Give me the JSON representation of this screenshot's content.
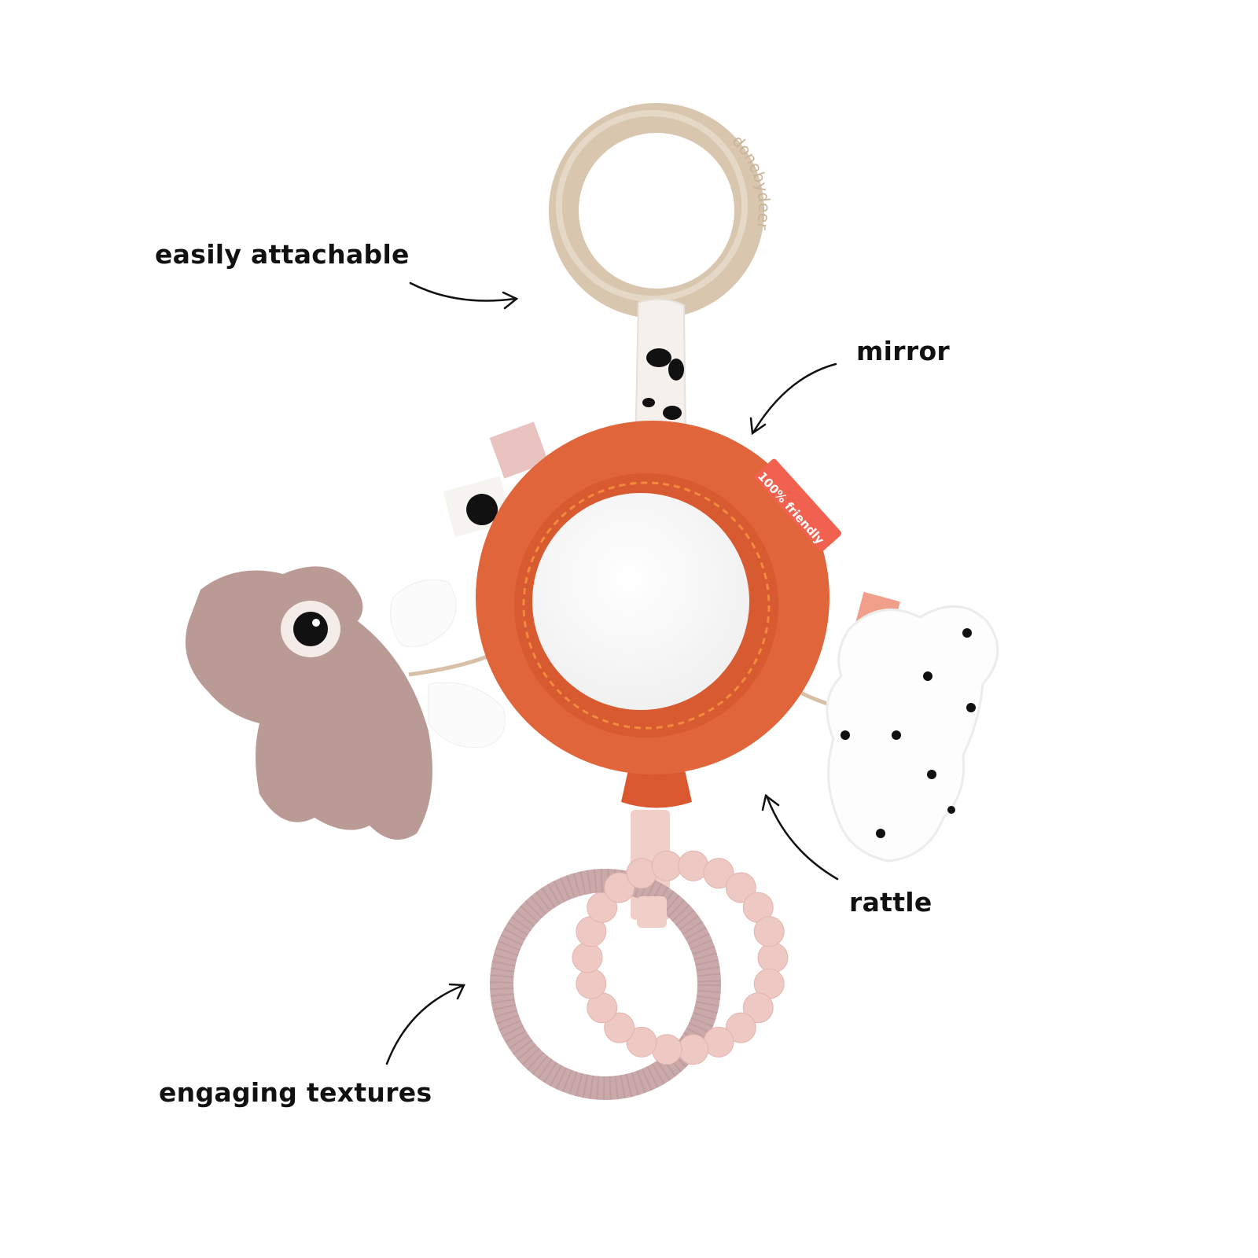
{
  "callouts": {
    "attachable": "easily attachable",
    "mirror": "mirror",
    "rattle": "rattle",
    "textures": "engaging textures"
  },
  "product": {
    "ring_logo": "donebydeer",
    "tag_text": "100% friendly"
  },
  "colors": {
    "ring": "#d8c6ae",
    "mirror_frame": "#e0653b",
    "hippo": "#b99a95",
    "teether": "#c9a9aa",
    "beads": "#eec8c2",
    "tag": "#f0624f"
  }
}
